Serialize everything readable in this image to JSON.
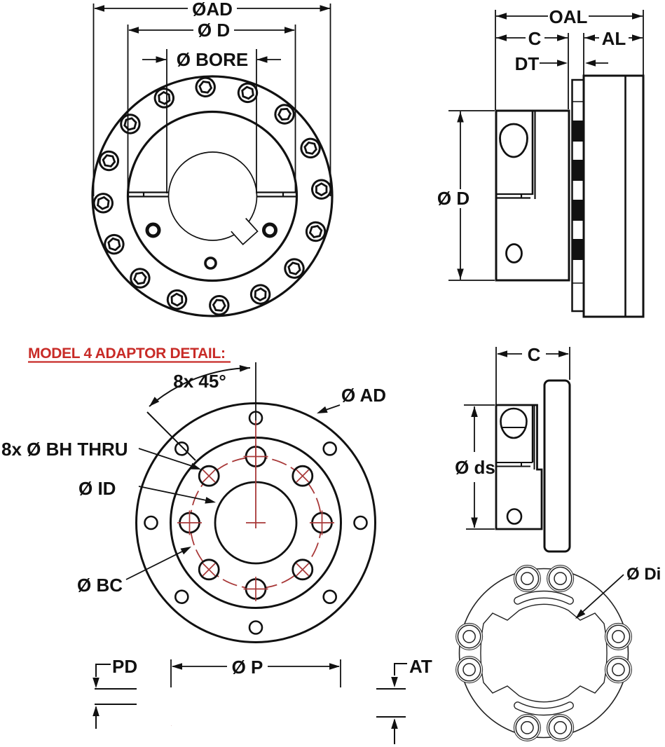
{
  "title": {
    "text": "MODEL 4 ADAPTOR DETAIL:"
  },
  "front_view": {
    "dim_ad": "ØAD",
    "dim_d": "Ø D",
    "dim_bore": "Ø BORE",
    "bolt_count": 16
  },
  "side_view": {
    "dim_oal": "OAL",
    "dim_c": "C",
    "dim_al": "AL",
    "dim_dt": "DT",
    "dim_d": "Ø D"
  },
  "adaptor_view": {
    "dim_angle": "8x 45°",
    "dim_bh": "8x Ø BH THRU",
    "dim_id": "Ø ID",
    "dim_bc": "Ø BC",
    "dim_ad": "Ø AD",
    "outer_hole_count": 8,
    "bolt_hole_count": 8
  },
  "adaptor_side_view": {
    "dim_c": "C",
    "dim_ds": "Ø ds"
  },
  "section_view": {
    "dim_pd": "PD",
    "dim_p": "Ø P",
    "dim_at": "AT"
  },
  "disc_view": {
    "dim_di": "Ø Di",
    "hole_count": 8
  },
  "colors": {
    "title_red": "#c82b27",
    "centerline_red": "#a83838",
    "hatch_red": "#b05c5c",
    "line_black": "#111111",
    "hole_tint": "#aacccc"
  }
}
